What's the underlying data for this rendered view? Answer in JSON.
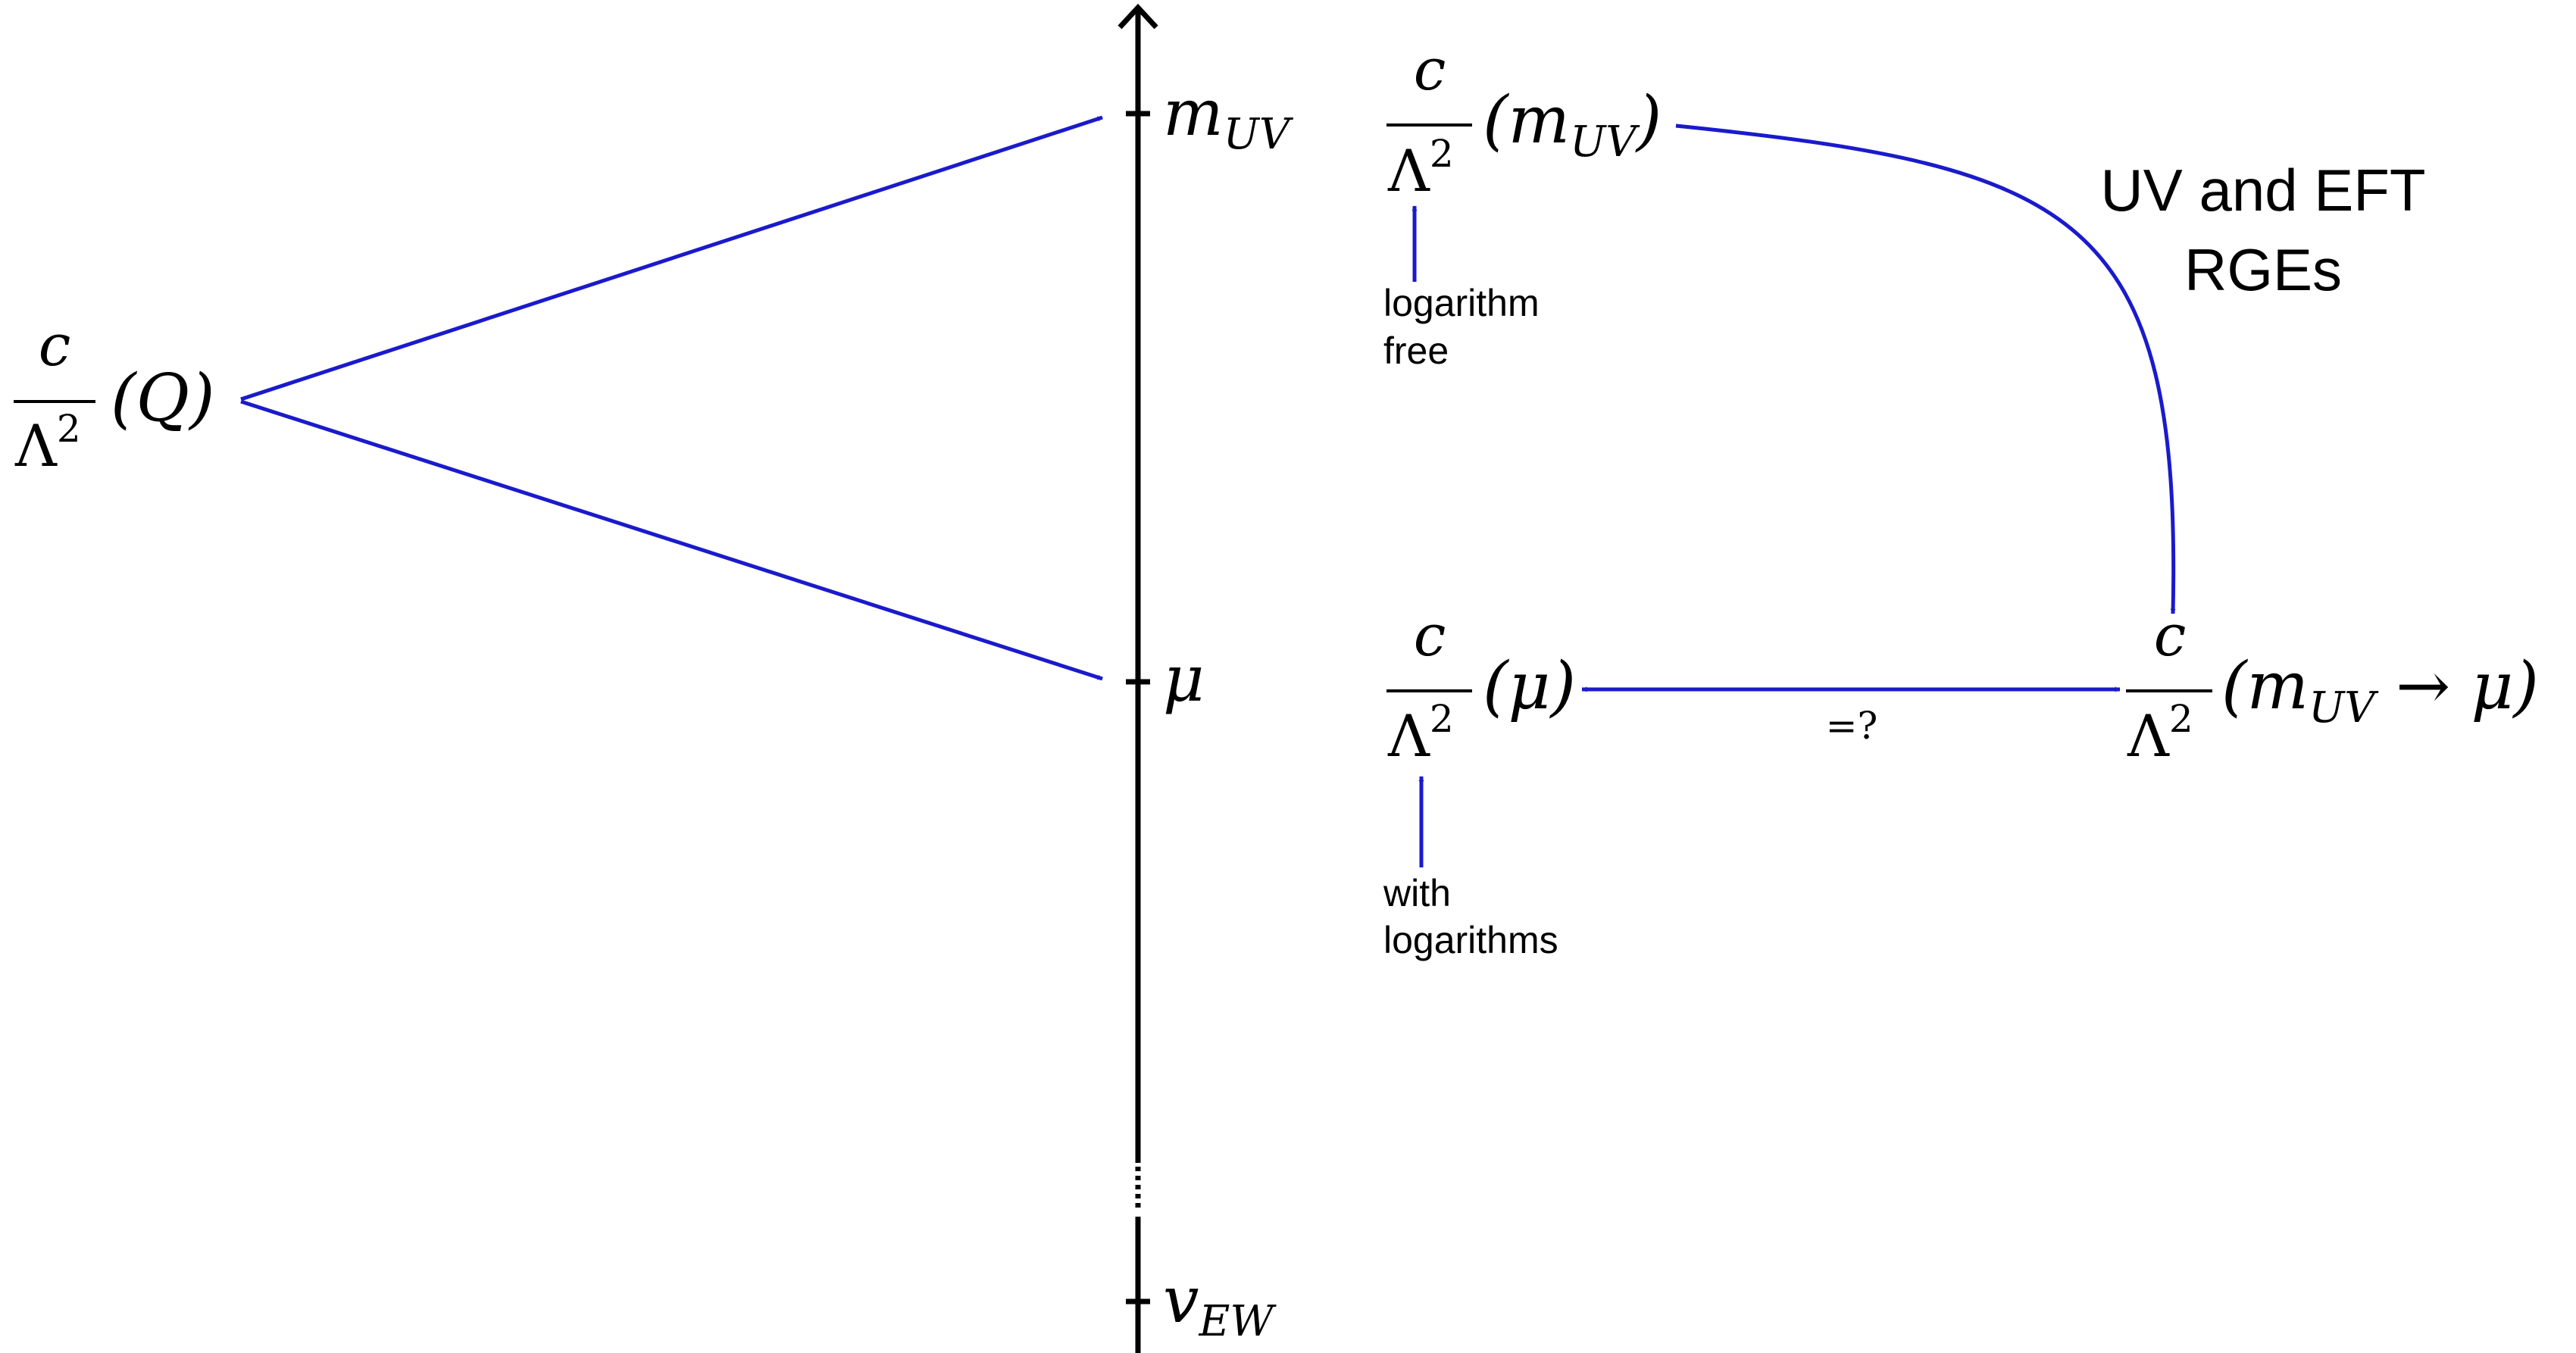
{
  "colors": {
    "axis": "#000000",
    "arrow": "#1a1acc"
  },
  "diagram": {
    "axis": {
      "ticks": {
        "m_uv": {
          "base": "m",
          "sub": "UV"
        },
        "mu": {
          "base": "μ"
        },
        "v_ew": {
          "base": "v",
          "sub": "EW"
        }
      }
    },
    "left_expr": {
      "numerator": "c",
      "denominator": "Λ",
      "exponent": "2",
      "argument": "(Q)"
    },
    "top_expr": {
      "numerator": "c",
      "denominator": "Λ",
      "exponent": "2",
      "arg_open": "(m",
      "arg_sub": "UV",
      "arg_close": ")"
    },
    "mid_expr": {
      "numerator": "c",
      "denominator": "Λ",
      "exponent": "2",
      "argument": "(μ)"
    },
    "right_expr": {
      "numerator": "c",
      "denominator": "Λ",
      "exponent": "2",
      "arg_open": "(m",
      "arg_sub": "UV",
      "arg_rest": " → μ)"
    },
    "labels": {
      "log_free_line1": "logarithm",
      "log_free_line2": "free",
      "with_logs_line1": "with",
      "with_logs_line2": "logarithms",
      "rge_line1": "UV and EFT",
      "rge_line2": "RGEs",
      "equality": "=?"
    }
  }
}
